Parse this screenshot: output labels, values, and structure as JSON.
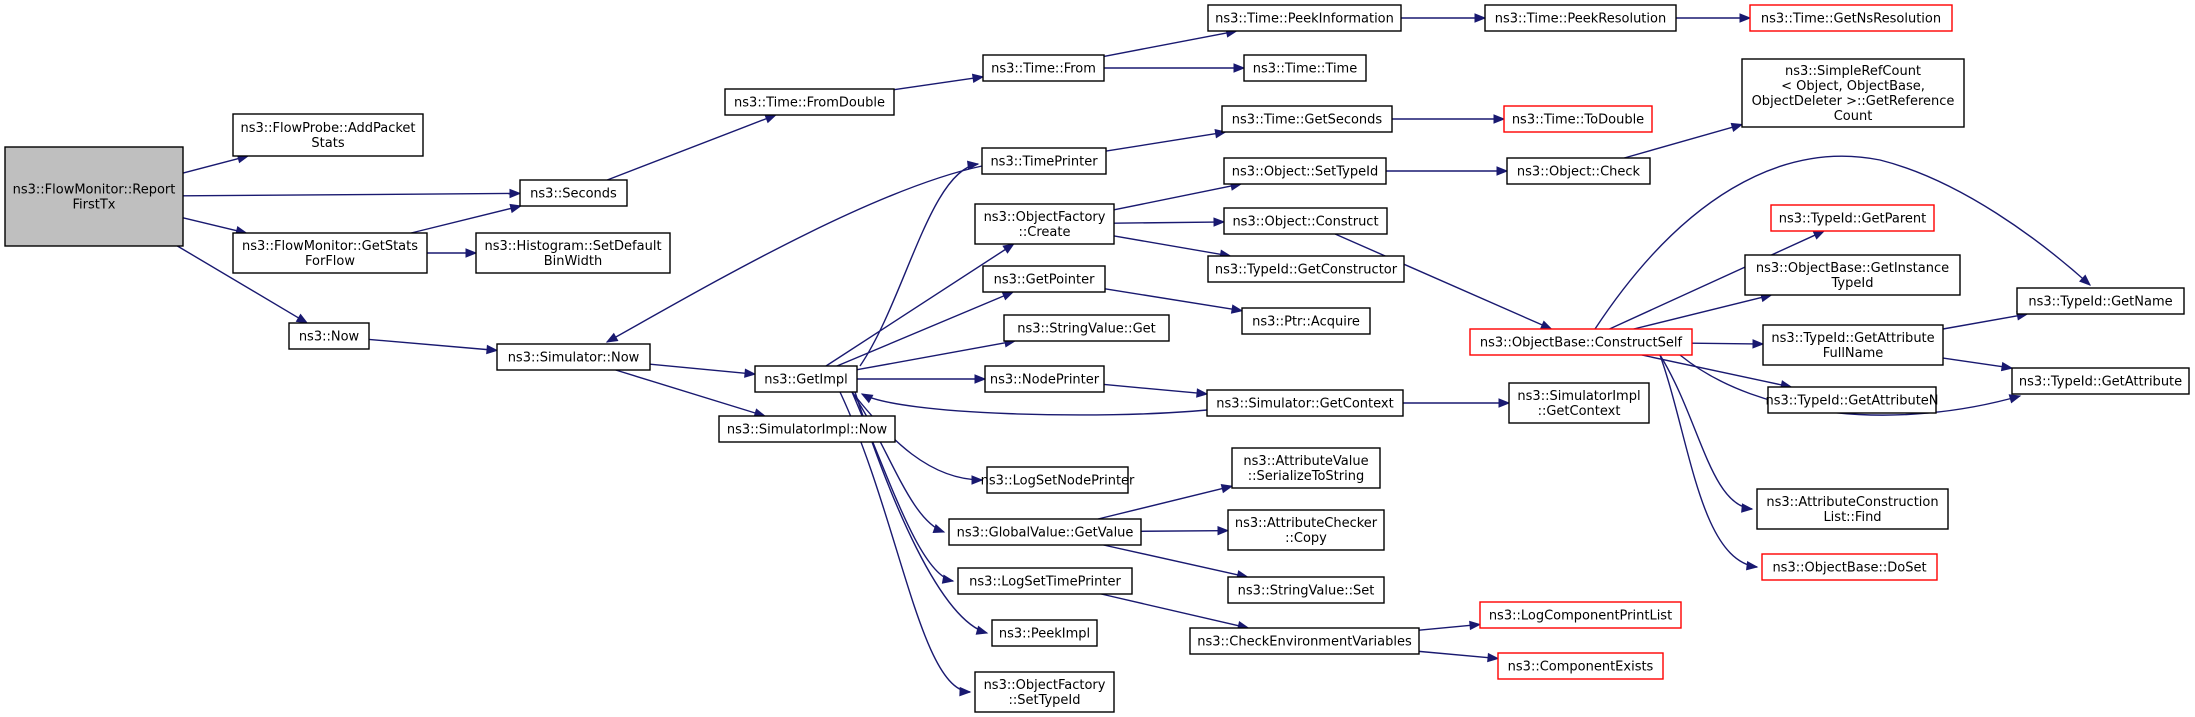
{
  "diagram": {
    "type": "call-graph",
    "root": "ns3::FlowMonitor::ReportFirstTx",
    "colors": {
      "edge": "#191970",
      "root_fill": "#bfbfbf",
      "node_border": "#000000",
      "truncated_border": "#ff0000"
    },
    "nodes": [
      {
        "id": "n0",
        "lines": [
          "ns3::FlowMonitor::Report",
          "FirstTx"
        ],
        "root": true
      },
      {
        "id": "n1",
        "lines": [
          "ns3::FlowProbe::AddPacket",
          "Stats"
        ]
      },
      {
        "id": "n2",
        "lines": [
          "ns3::Seconds"
        ]
      },
      {
        "id": "n3",
        "lines": [
          "ns3::FlowMonitor::GetStats",
          "ForFlow"
        ]
      },
      {
        "id": "n4",
        "lines": [
          "ns3::Now"
        ]
      },
      {
        "id": "n5",
        "lines": [
          "ns3::Time::FromDouble"
        ]
      },
      {
        "id": "n6",
        "lines": [
          "ns3::Histogram::SetDefault",
          "BinWidth"
        ]
      },
      {
        "id": "n7",
        "lines": [
          "ns3::Simulator::Now"
        ]
      },
      {
        "id": "n8",
        "lines": [
          "ns3::Time::From"
        ]
      },
      {
        "id": "n9",
        "lines": [
          "ns3::GetImpl"
        ]
      },
      {
        "id": "n10",
        "lines": [
          "ns3::SimulatorImpl::Now"
        ]
      },
      {
        "id": "n11",
        "lines": [
          "ns3::Time::PeekInformation"
        ]
      },
      {
        "id": "n12",
        "lines": [
          "ns3::Time::Time"
        ]
      },
      {
        "id": "n13",
        "lines": [
          "ns3::TimePrinter"
        ]
      },
      {
        "id": "n14",
        "lines": [
          "ns3::ObjectFactory",
          "::Create"
        ]
      },
      {
        "id": "n15",
        "lines": [
          "ns3::GetPointer"
        ]
      },
      {
        "id": "n16",
        "lines": [
          "ns3::StringValue::Get"
        ]
      },
      {
        "id": "n17",
        "lines": [
          "ns3::NodePrinter"
        ]
      },
      {
        "id": "n18",
        "lines": [
          "ns3::LogSetNodePrinter"
        ]
      },
      {
        "id": "n19",
        "lines": [
          "ns3::GlobalValue::GetValue"
        ]
      },
      {
        "id": "n20",
        "lines": [
          "ns3::LogSetTimePrinter"
        ]
      },
      {
        "id": "n21",
        "lines": [
          "ns3::PeekImpl"
        ]
      },
      {
        "id": "n22",
        "lines": [
          "ns3::ObjectFactory",
          "::SetTypeId"
        ]
      },
      {
        "id": "n23",
        "lines": [
          "ns3::Time::PeekResolution"
        ]
      },
      {
        "id": "n24",
        "lines": [
          "ns3::Time::GetSeconds"
        ]
      },
      {
        "id": "n25",
        "lines": [
          "ns3::Object::SetTypeId"
        ]
      },
      {
        "id": "n26",
        "lines": [
          "ns3::Object::Construct"
        ]
      },
      {
        "id": "n27",
        "lines": [
          "ns3::TypeId::GetConstructor"
        ]
      },
      {
        "id": "n28",
        "lines": [
          "ns3::Ptr::Acquire"
        ]
      },
      {
        "id": "n29",
        "lines": [
          "ns3::Simulator::GetContext"
        ]
      },
      {
        "id": "n30",
        "lines": [
          "ns3::AttributeValue",
          "::SerializeToString"
        ]
      },
      {
        "id": "n31",
        "lines": [
          "ns3::AttributeChecker",
          "::Copy"
        ]
      },
      {
        "id": "n32",
        "lines": [
          "ns3::StringValue::Set"
        ]
      },
      {
        "id": "n33",
        "lines": [
          "ns3::CheckEnvironmentVariables"
        ]
      },
      {
        "id": "n34",
        "lines": [
          "ns3::Time::GetNsResolution"
        ],
        "truncated": true
      },
      {
        "id": "n35",
        "lines": [
          "ns3::Time::ToDouble"
        ],
        "truncated": true
      },
      {
        "id": "n36",
        "lines": [
          "ns3::Object::Check"
        ]
      },
      {
        "id": "n37",
        "lines": [
          "ns3::ObjectBase::ConstructSelf"
        ],
        "truncated": true
      },
      {
        "id": "n38",
        "lines": [
          "ns3::SimulatorImpl",
          "::GetContext"
        ]
      },
      {
        "id": "n39",
        "lines": [
          "ns3::LogComponentPrintList"
        ],
        "truncated": true
      },
      {
        "id": "n40",
        "lines": [
          "ns3::ComponentExists"
        ],
        "truncated": true
      },
      {
        "id": "n41",
        "lines": [
          "ns3::SimpleRefCount",
          "< Object, ObjectBase,",
          "ObjectDeleter >::GetReference",
          "Count"
        ]
      },
      {
        "id": "n42",
        "lines": [
          "ns3::TypeId::GetParent"
        ],
        "truncated": true
      },
      {
        "id": "n43",
        "lines": [
          "ns3::ObjectBase::GetInstance",
          "TypeId"
        ]
      },
      {
        "id": "n44",
        "lines": [
          "ns3::TypeId::GetAttribute",
          "FullName"
        ]
      },
      {
        "id": "n45",
        "lines": [
          "ns3::TypeId::GetAttributeN"
        ]
      },
      {
        "id": "n46",
        "lines": [
          "ns3::AttributeConstruction",
          "List::Find"
        ]
      },
      {
        "id": "n47",
        "lines": [
          "ns3::ObjectBase::DoSet"
        ],
        "truncated": true
      },
      {
        "id": "n48",
        "lines": [
          "ns3::TypeId::GetName"
        ]
      },
      {
        "id": "n49",
        "lines": [
          "ns3::TypeId::GetAttribute"
        ]
      }
    ],
    "edges": [
      [
        "n0",
        "n1"
      ],
      [
        "n0",
        "n2"
      ],
      [
        "n0",
        "n3"
      ],
      [
        "n0",
        "n4"
      ],
      [
        "n3",
        "n2"
      ],
      [
        "n3",
        "n6"
      ],
      [
        "n2",
        "n5"
      ],
      [
        "n5",
        "n8"
      ],
      [
        "n8",
        "n11"
      ],
      [
        "n8",
        "n12"
      ],
      [
        "n11",
        "n23"
      ],
      [
        "n23",
        "n34"
      ],
      [
        "n4",
        "n7"
      ],
      [
        "n7",
        "n9"
      ],
      [
        "n7",
        "n10"
      ],
      [
        "n13",
        "n7"
      ],
      [
        "n13",
        "n24"
      ],
      [
        "n24",
        "n35"
      ],
      [
        "n9",
        "n13"
      ],
      [
        "n9",
        "n14"
      ],
      [
        "n9",
        "n15"
      ],
      [
        "n9",
        "n16"
      ],
      [
        "n9",
        "n17"
      ],
      [
        "n9",
        "n18"
      ],
      [
        "n9",
        "n19"
      ],
      [
        "n9",
        "n20"
      ],
      [
        "n9",
        "n21"
      ],
      [
        "n9",
        "n22"
      ],
      [
        "n14",
        "n25"
      ],
      [
        "n14",
        "n26"
      ],
      [
        "n14",
        "n27"
      ],
      [
        "n15",
        "n28"
      ],
      [
        "n17",
        "n29"
      ],
      [
        "n29",
        "n9"
      ],
      [
        "n29",
        "n38"
      ],
      [
        "n25",
        "n36"
      ],
      [
        "n36",
        "n41"
      ],
      [
        "n26",
        "n37"
      ],
      [
        "n19",
        "n30"
      ],
      [
        "n19",
        "n31"
      ],
      [
        "n19",
        "n32"
      ],
      [
        "n20",
        "n33"
      ],
      [
        "n33",
        "n39"
      ],
      [
        "n33",
        "n40"
      ],
      [
        "n37",
        "n48"
      ],
      [
        "n37",
        "n42"
      ],
      [
        "n37",
        "n43"
      ],
      [
        "n37",
        "n44"
      ],
      [
        "n37",
        "n45"
      ],
      [
        "n37",
        "n49"
      ],
      [
        "n37",
        "n46"
      ],
      [
        "n37",
        "n47"
      ],
      [
        "n44",
        "n48"
      ],
      [
        "n44",
        "n49"
      ]
    ]
  }
}
